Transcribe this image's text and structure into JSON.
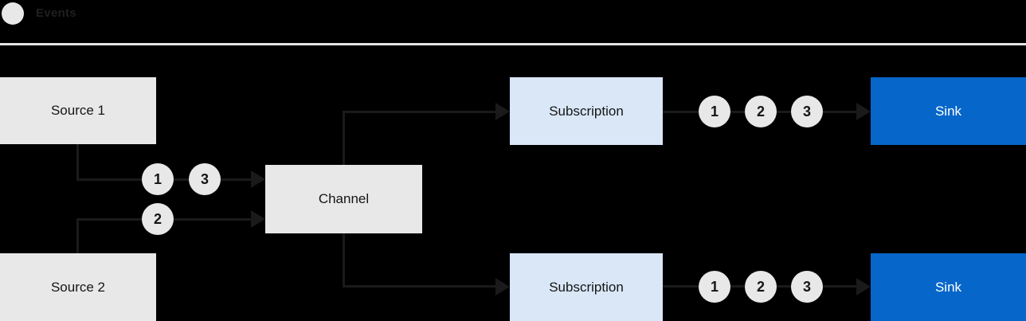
{
  "legend": {
    "label": "Events"
  },
  "colors": {
    "background": "#000000",
    "node_gray": "#e8e8e8",
    "node_light_blue": "#d9e7f7",
    "node_blue": "#0666c9",
    "connector": "#1a1a1a",
    "divider": "#e4e4e4",
    "legend_text": "#1f1f1f",
    "text_dark": "#151515",
    "text_light": "#ffffff"
  },
  "nodes": {
    "source1": {
      "label": "Source 1"
    },
    "source2": {
      "label": "Source 2"
    },
    "channel": {
      "label": "Channel"
    },
    "subscription1": {
      "label": "Subscription"
    },
    "subscription2": {
      "label": "Subscription"
    },
    "sink1": {
      "label": "Sink"
    },
    "sink2": {
      "label": "Sink"
    }
  },
  "edges": {
    "source1_to_channel": {
      "events": [
        "1",
        "3"
      ]
    },
    "source2_to_channel": {
      "events": [
        "2"
      ]
    },
    "channel_to_subscription1": {
      "events": []
    },
    "channel_to_subscription2": {
      "events": []
    },
    "subscription1_to_sink1": {
      "events": [
        "1",
        "2",
        "3"
      ]
    },
    "subscription2_to_sink2": {
      "events": [
        "1",
        "2",
        "3"
      ]
    }
  }
}
